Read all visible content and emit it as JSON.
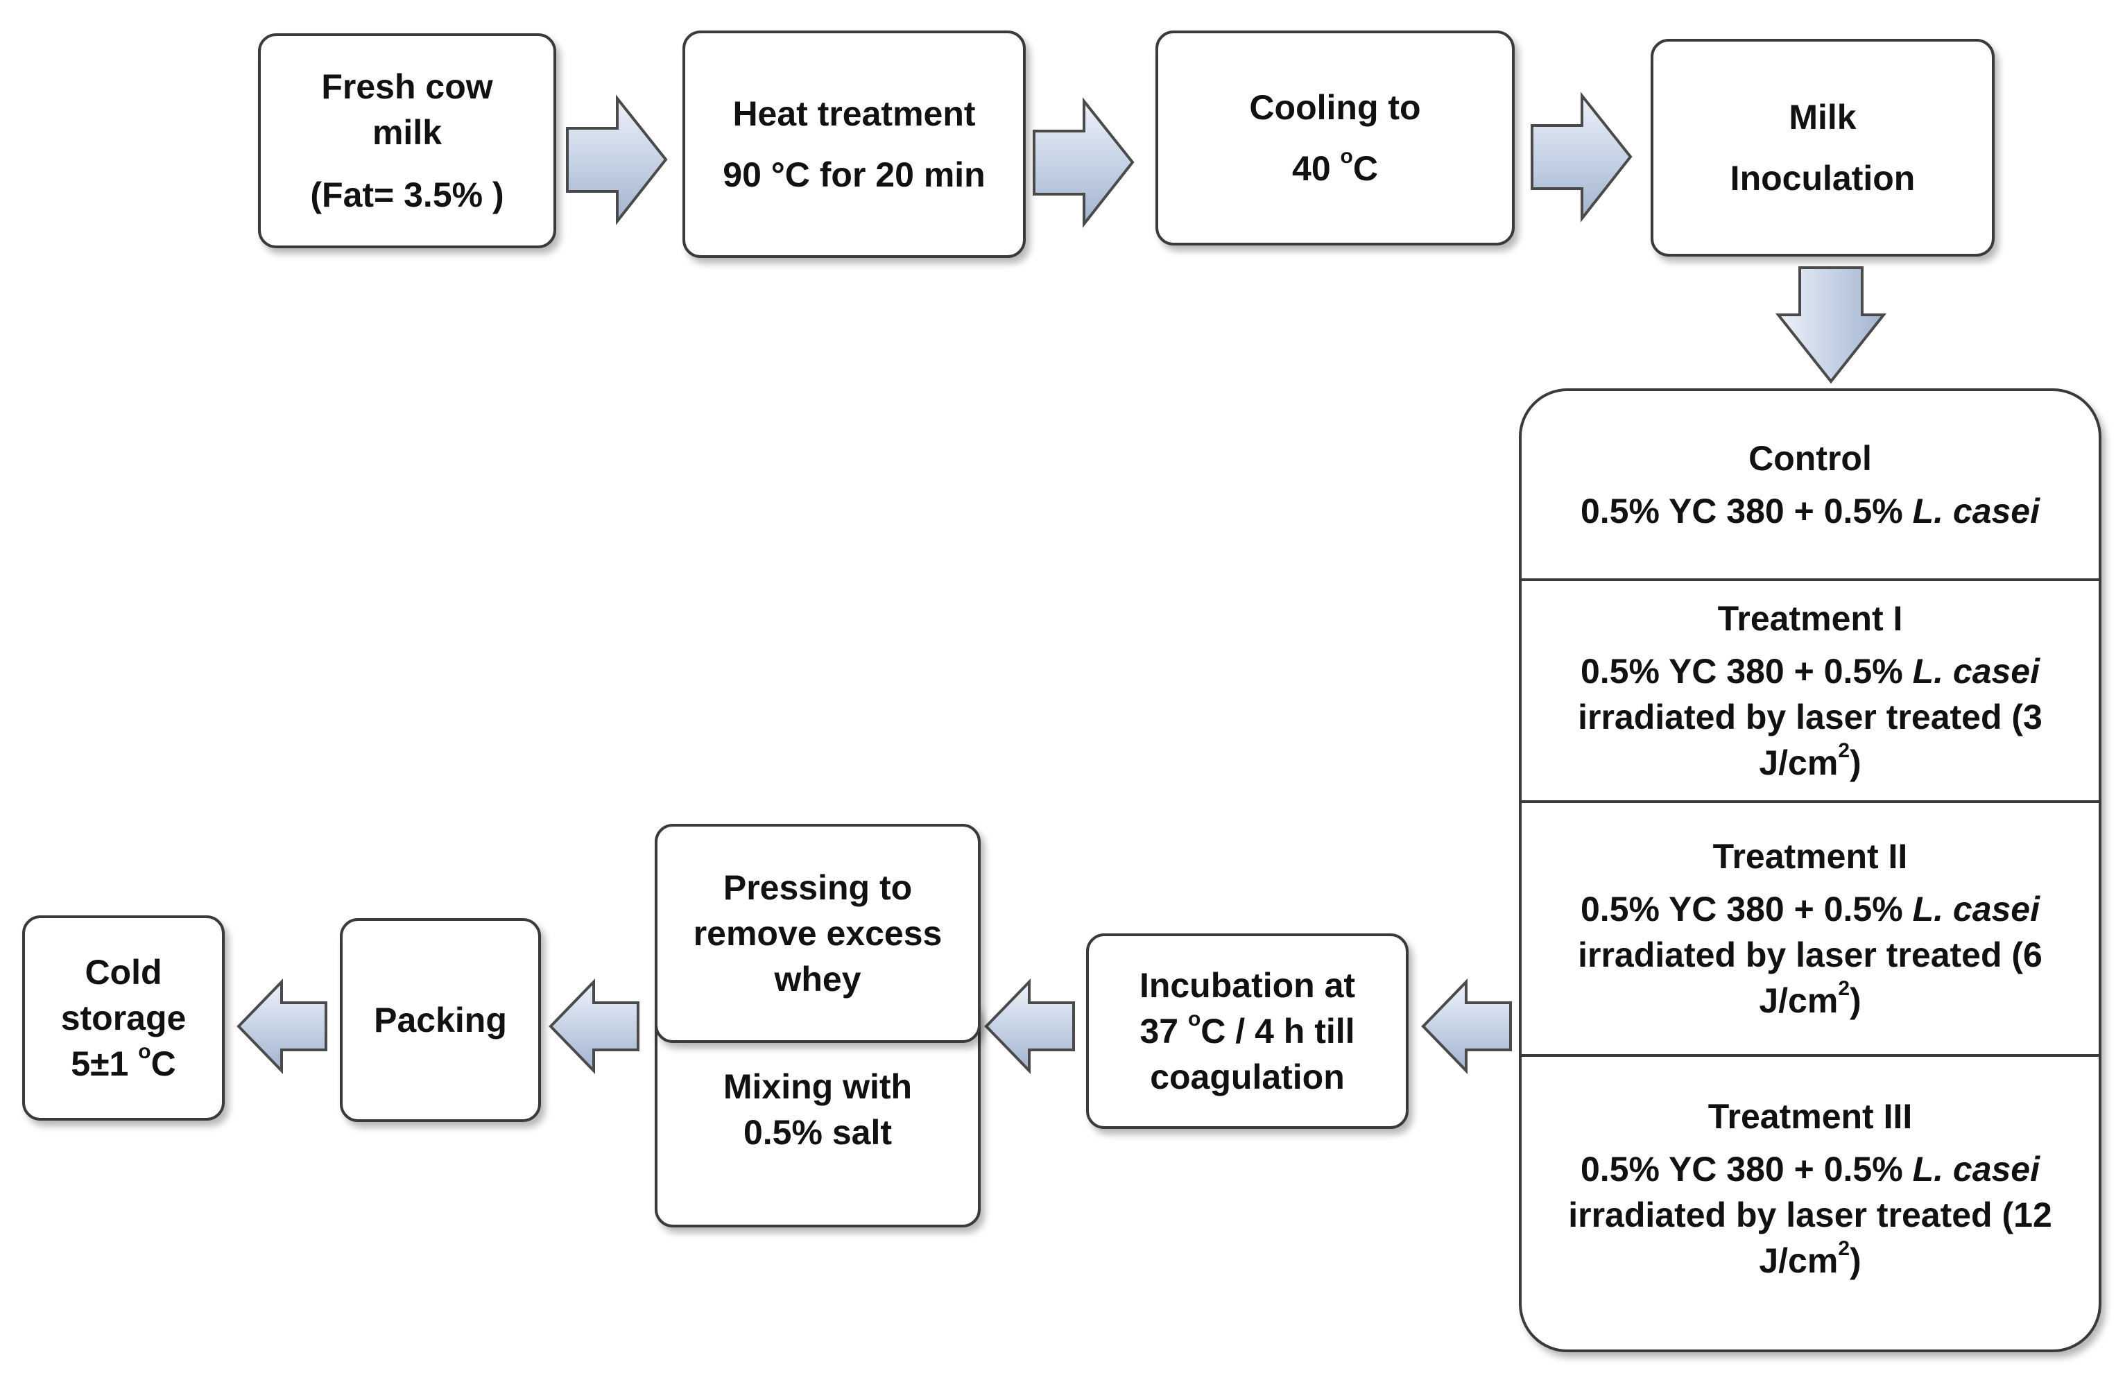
{
  "steps": {
    "fresh_milk": {
      "line1": "Fresh cow",
      "line2": "milk",
      "line3": "(Fat= 3.5% )"
    },
    "heat_treatment": {
      "line1": "Heat treatment",
      "line2": "90 °C for 20 min"
    },
    "cooling": {
      "line1": "Cooling to",
      "line2_value": "40 ",
      "line2_sup": "o",
      "line2_unit": "C"
    },
    "inoculation": {
      "line1": "Milk",
      "line2": "Inoculation"
    },
    "incubation": {
      "line1": "Incubation at",
      "line2_value": "37 ",
      "line2_sup": "o",
      "line2_rest": "C / 4 h till",
      "line3": "coagulation"
    },
    "mixing": {
      "line1": "Mixing with",
      "line2": "0.5% salt"
    },
    "pressing": {
      "line1": "Pressing to",
      "line2": "remove excess",
      "line3": "whey"
    },
    "packing": {
      "line1": "Packing"
    },
    "cold_storage": {
      "line1": "Cold",
      "line2": "storage",
      "line3_value": "5±1 ",
      "line3_sup": "o",
      "line3_unit": "C"
    }
  },
  "treatments": [
    {
      "title": "Control",
      "formula_prefix": "0.5% YC 380 + 0.5% ",
      "formula_species": "L. casei"
    },
    {
      "title": "Treatment I",
      "formula_prefix": "0.5% YC 380 + 0.5% ",
      "formula_species": "L. casei",
      "laser_line": "irradiated by laser treated (3",
      "dose_unit": "J/cm",
      "dose_sup": "2",
      "dose_close": ")"
    },
    {
      "title": "Treatment II",
      "formula_prefix": "0.5% YC 380 + 0.5% ",
      "formula_species": "L. casei",
      "laser_line": "irradiated by laser treated (6",
      "dose_unit": "J/cm",
      "dose_sup": "2",
      "dose_close": ")"
    },
    {
      "title": "Treatment III",
      "formula_prefix": "0.5% YC 380 + 0.5% ",
      "formula_species": "L. casei",
      "laser_line": "irradiated by laser treated (12",
      "dose_unit": "J/cm",
      "dose_sup": "2",
      "dose_close": ")"
    }
  ],
  "colors": {
    "arrow_fill_light": "#eef2f9",
    "arrow_fill_dark": "#a9b9d3",
    "arrow_stroke": "#4a4a4a",
    "box_border": "#3a3a3a"
  }
}
